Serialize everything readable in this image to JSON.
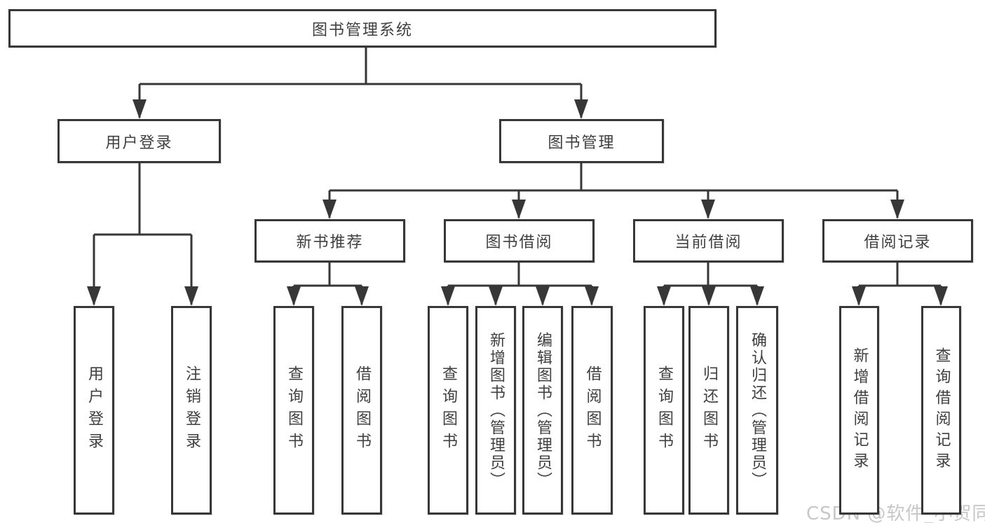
{
  "diagram": {
    "root": {
      "label": "图书管理系统",
      "children": [
        {
          "label": "用户登录",
          "children": [
            {
              "label": "用户登录"
            },
            {
              "label": "注销登录"
            }
          ]
        },
        {
          "label": "图书管理",
          "children": [
            {
              "label": "新书推荐",
              "children": [
                {
                  "label": "查询图书"
                },
                {
                  "label": "借阅图书"
                }
              ]
            },
            {
              "label": "图书借阅",
              "children": [
                {
                  "label": "查询图书"
                },
                {
                  "label": "新增图书（管理员）"
                },
                {
                  "label": "编辑图书（管理员）"
                },
                {
                  "label": "借阅图书"
                }
              ]
            },
            {
              "label": "当前借阅",
              "children": [
                {
                  "label": "查询图书"
                },
                {
                  "label": "归还图书"
                },
                {
                  "label": "确认归还（管理员）"
                }
              ]
            },
            {
              "label": "借阅记录",
              "children": [
                {
                  "label": "新增借阅记录"
                },
                {
                  "label": "查询借阅记录"
                }
              ]
            }
          ]
        }
      ]
    }
  },
  "watermark": {
    "text": "CSDN @软件_小贺同学"
  },
  "colors": {
    "line": "#373737",
    "box_border": "#373737",
    "box_background": "#ffffff",
    "text": "#3f3f3f",
    "watermark": "#c7c7c7",
    "background": "#ffffff"
  }
}
